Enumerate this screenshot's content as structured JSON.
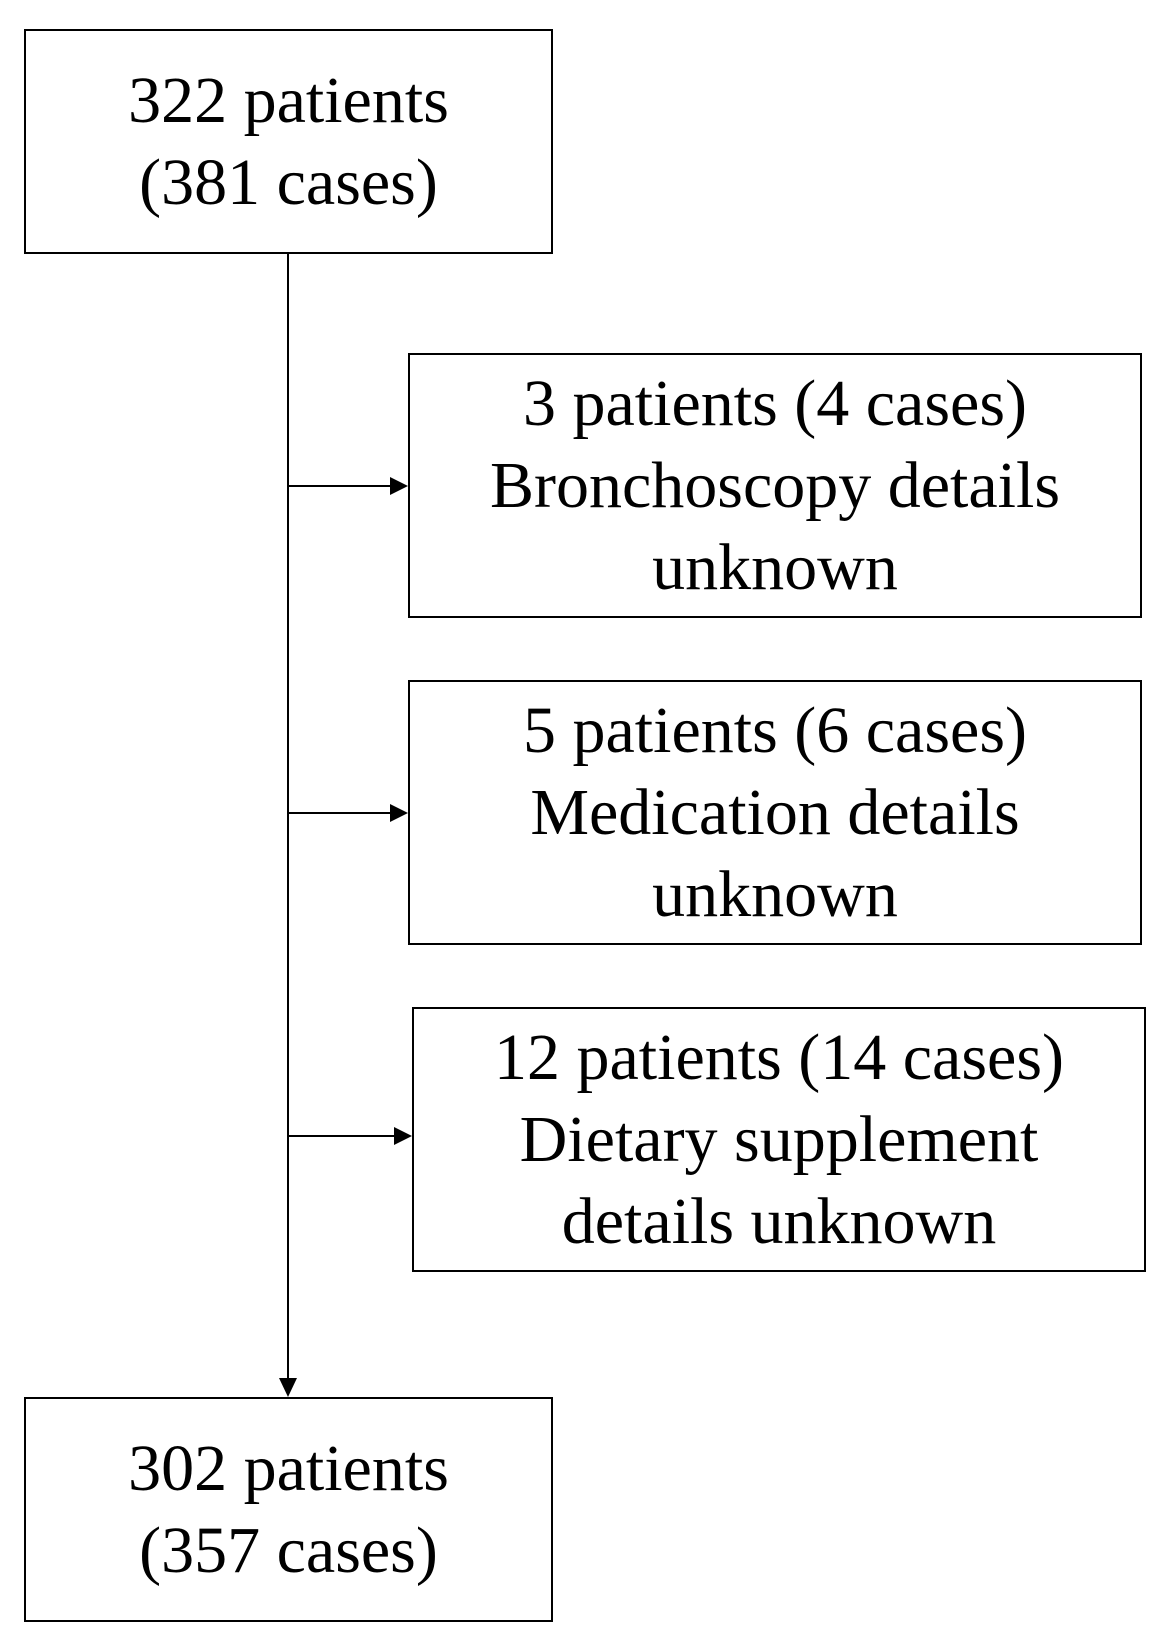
{
  "flowchart": {
    "start": {
      "line1": "322 patients",
      "line2": "(381 cases)"
    },
    "exclusions": [
      {
        "line1": "3 patients (4 cases)",
        "line2": "Bronchoscopy details",
        "line3": "unknown"
      },
      {
        "line1": "5 patients (6 cases)",
        "line2": "Medication details",
        "line3": "unknown"
      },
      {
        "line1": "12 patients (14 cases)",
        "line2": "Dietary supplement",
        "line3": "details unknown"
      }
    ],
    "end": {
      "line1": "302 patients",
      "line2": "(357 cases)"
    }
  }
}
